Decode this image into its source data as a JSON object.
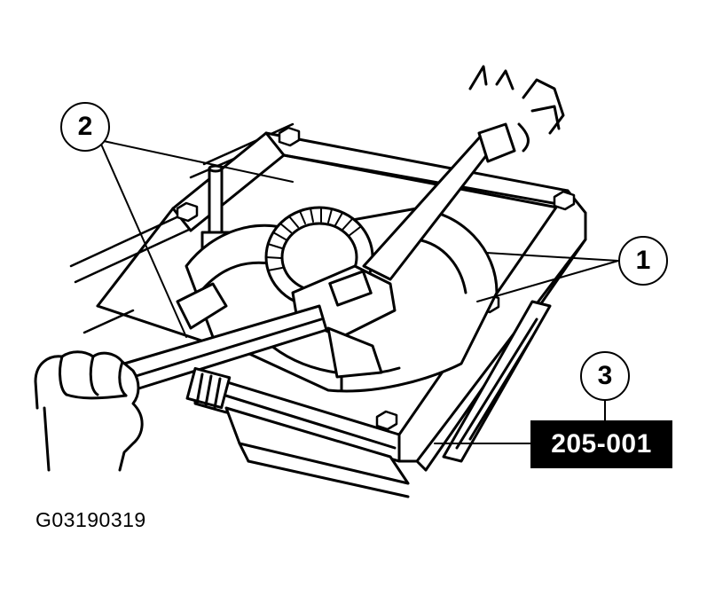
{
  "callouts": {
    "one": "1",
    "two": "2",
    "three": "3"
  },
  "tool_tag": "205-001",
  "figure_id": "G03190319",
  "colors": {
    "ink": "#000000",
    "paper": "#ffffff"
  }
}
